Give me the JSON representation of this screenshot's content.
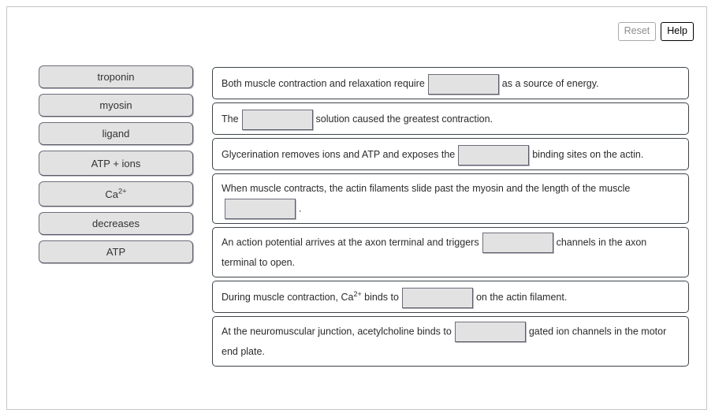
{
  "toolbar": {
    "reset_label": "Reset",
    "help_label": "Help"
  },
  "word_bank": {
    "tiles": [
      {
        "label": "troponin",
        "html": "troponin"
      },
      {
        "label": "myosin",
        "html": "myosin"
      },
      {
        "label": "ligand",
        "html": "ligand"
      },
      {
        "label": "ATP + ions",
        "html": "ATP + ions"
      },
      {
        "label": "Ca2+",
        "html": "Ca<sup>2+</sup>"
      },
      {
        "label": "decreases",
        "html": "decreases"
      },
      {
        "label": "ATP",
        "html": "ATP"
      }
    ]
  },
  "statements": [
    {
      "id": "statement-energy-source",
      "full_text": "Both muscle contraction and relaxation require ____ as a source of energy.",
      "parts": [
        {
          "type": "text",
          "html": "Both muscle contraction and relaxation require"
        },
        {
          "type": "blank",
          "value": ""
        },
        {
          "type": "text",
          "html": "as a source of energy."
        }
      ]
    },
    {
      "id": "statement-greatest-contraction",
      "full_text": "The ____ solution caused the greatest contraction.",
      "parts": [
        {
          "type": "text",
          "html": "The"
        },
        {
          "type": "blank",
          "value": ""
        },
        {
          "type": "text",
          "html": "solution caused the greatest contraction."
        }
      ]
    },
    {
      "id": "statement-glycerination",
      "full_text": "Glycerination removes ions and ATP and exposes the ____ binding sites on the actin.",
      "parts": [
        {
          "type": "text",
          "html": "Glycerination removes ions and ATP and exposes the"
        },
        {
          "type": "blank",
          "value": ""
        },
        {
          "type": "text",
          "html": "binding sites on the actin."
        }
      ]
    },
    {
      "id": "statement-filament-slide",
      "full_text": "When muscle contracts, the actin filaments slide past the myosin and the length of the muscle ____ .",
      "parts": [
        {
          "type": "text",
          "html": "When muscle contracts, the actin filaments slide past the myosin and the length of the muscle"
        },
        {
          "type": "break"
        },
        {
          "type": "blank",
          "value": ""
        },
        {
          "type": "text",
          "html": "."
        }
      ]
    },
    {
      "id": "statement-action-potential",
      "full_text": "An action potential arrives at the axon terminal and triggers ____ channels in the axon terminal to open.",
      "parts": [
        {
          "type": "text",
          "html": "An action potential arrives at the axon terminal and triggers"
        },
        {
          "type": "blank",
          "value": ""
        },
        {
          "type": "text",
          "html": "channels in the axon"
        },
        {
          "type": "break"
        },
        {
          "type": "text",
          "html": "terminal to open."
        }
      ]
    },
    {
      "id": "statement-calcium-binds",
      "full_text": "During muscle contraction, Ca2+ binds to ____ on the actin filament.",
      "parts": [
        {
          "type": "text",
          "html": "During muscle contraction, Ca<sup>2+</sup> binds to"
        },
        {
          "type": "blank",
          "value": ""
        },
        {
          "type": "text",
          "html": "on the actin filament."
        }
      ]
    },
    {
      "id": "statement-neuromuscular-junction",
      "full_text": "At the neuromuscular junction, acetylcholine binds to ____ gated ion channels in the motor end plate.",
      "parts": [
        {
          "type": "text",
          "html": "At the neuromuscular junction, acetylcholine binds to"
        },
        {
          "type": "blank",
          "value": ""
        },
        {
          "type": "text",
          "html": "gated ion channels in the motor"
        },
        {
          "type": "break"
        },
        {
          "type": "text",
          "html": "end plate."
        }
      ]
    }
  ],
  "colors": {
    "tile_fill": "#e2e2e2",
    "tile_border": "#6e6e7c",
    "statement_border": "#3d4449",
    "page_border": "#c6c6c6",
    "text": "#2b2b2b",
    "disabled_text": "#8d8d8d"
  }
}
